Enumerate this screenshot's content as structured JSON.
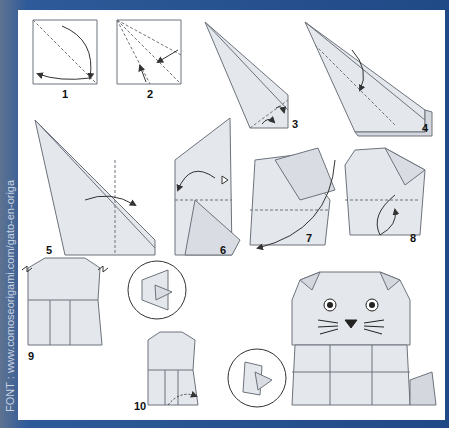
{
  "diagram": {
    "labels": [
      "FONT : www.comoseorigami.com/gato-en-origa",
      "1",
      "2",
      "3",
      "4",
      "5",
      "6",
      "7",
      "8",
      "9",
      "10"
    ]
  }
}
